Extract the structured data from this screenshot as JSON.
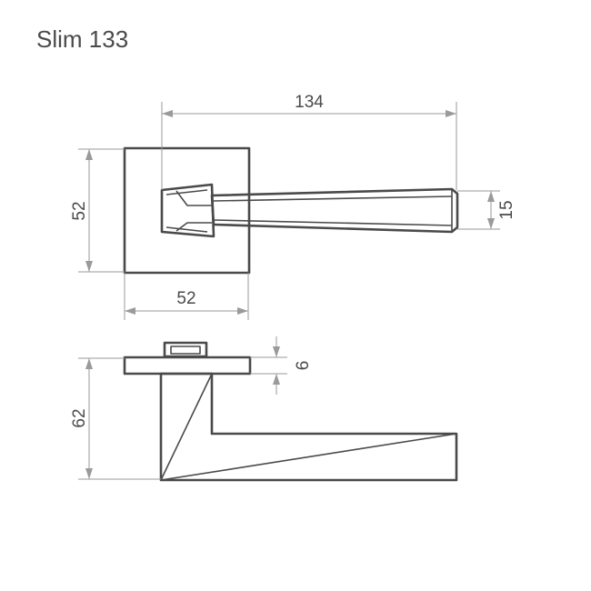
{
  "title": "Slim 133",
  "dimensions": {
    "handle_length": "134",
    "rose_height": "52",
    "rose_width": "52",
    "lever_thickness": "15",
    "rose_thickness": "6",
    "projection": "62"
  },
  "colors": {
    "line": "#4a4a4a",
    "dimension_line": "#9a9a9a",
    "background": "#ffffff"
  }
}
